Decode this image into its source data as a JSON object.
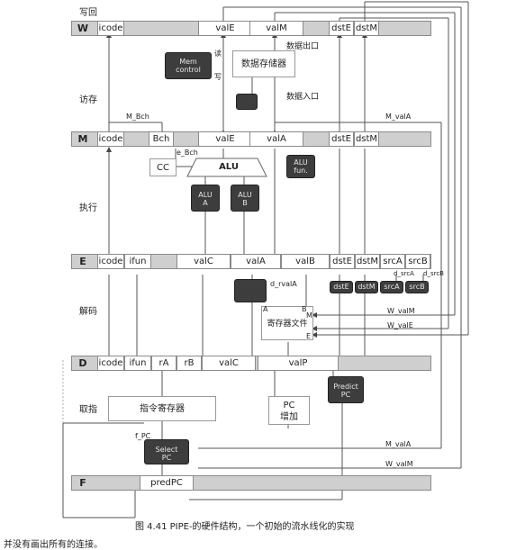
{
  "stage_titles": {
    "writeback": "写回",
    "memory": "访存",
    "execute": "执行",
    "decode": "解码",
    "fetch": "取指"
  },
  "W_reg": {
    "stage": "W",
    "fields": [
      "icode",
      "valE",
      "valM",
      "dstE",
      "dstM"
    ]
  },
  "M_reg": {
    "stage": "M",
    "fields": [
      "icode",
      "Bch",
      "valE",
      "valA",
      "dstE",
      "dstM"
    ]
  },
  "E_reg": {
    "stage": "E",
    "fields": [
      "icode",
      "ifun",
      "valC",
      "valA",
      "valB",
      "dstE",
      "dstM",
      "srcA",
      "srcB"
    ]
  },
  "D_reg": {
    "stage": "D",
    "fields": [
      "icode",
      "ifun",
      "rA",
      "rB",
      "valC",
      "valP"
    ]
  },
  "F_reg": {
    "stage": "F",
    "fields": [
      "predPC"
    ]
  },
  "memory": {
    "mem_control": "Mem\ncontrol",
    "data_memory": "数据存储器",
    "read": "读",
    "write": "写",
    "data_out": "数据出口",
    "data_in": "数据入口",
    "m_bch": "M_Bch",
    "m_vala": "M_valA"
  },
  "execute": {
    "cc": "CC",
    "alu": "ALU",
    "alu_fun": "ALU\nfun.",
    "alu_a": "ALU\nA",
    "alu_b": "ALU\nB",
    "e_bch": "e_Bch"
  },
  "decode": {
    "d_rvala": "d_rvalA",
    "register_file": "寄存器文件",
    "port_a": "A",
    "port_b": "B",
    "port_m": "M",
    "port_e": "E",
    "w_valm": "W_valM",
    "w_vale": "W_valE",
    "d_srca": "d_srcA",
    "d_srcb": "d_srcB",
    "dst_e": "dstE",
    "dst_m": "dstM",
    "src_a": "srcA",
    "src_b": "srcB"
  },
  "fetch": {
    "instruction_memory": "指令寄存器",
    "pc_increment": "PC\n增加",
    "predict_pc": "Predict\nPC",
    "select_pc": "Select\nPC",
    "f_pc": "f_PC",
    "m_vala": "M_valA",
    "w_valm": "W_valM"
  },
  "caption": "图 4.41   PIPE-的硬件结构，一个初始的流水线化的实现",
  "footnote": "并没有画出所有的连接。"
}
